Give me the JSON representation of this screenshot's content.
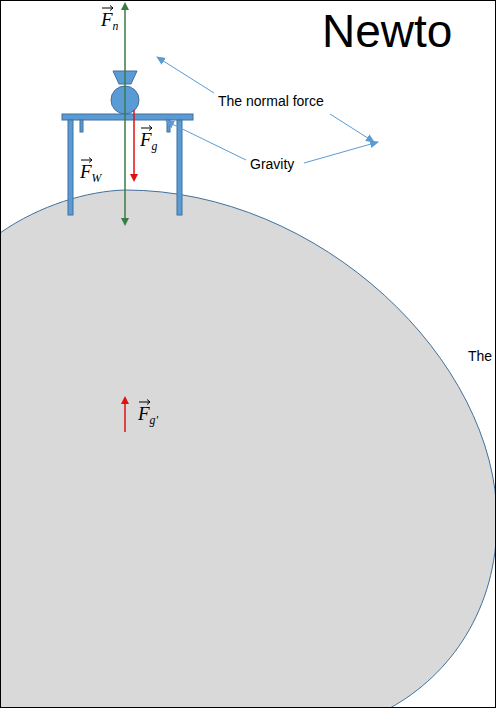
{
  "diagram": {
    "title": "Newto",
    "labels": [
      "Fn",
      "The normal force",
      "Fg",
      "FW",
      "Gravity",
      "The",
      "Fg'"
    ]
  }
}
